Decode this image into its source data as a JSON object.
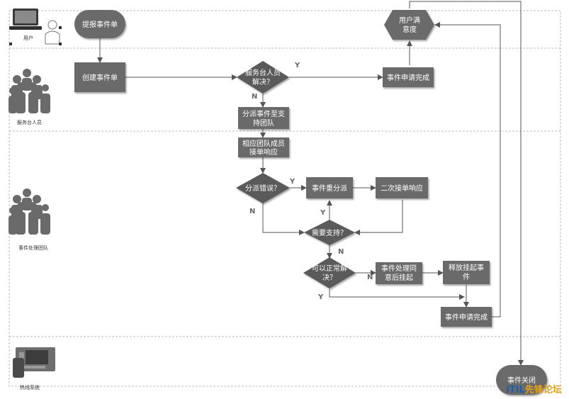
{
  "lanes": {
    "user": "用户",
    "service_desk": "服务台人员",
    "support_team": "事件处理团队",
    "system": "热线系统"
  },
  "nodes": {
    "submit_ticket": "提报事件单",
    "create_ticket": "创建事件单",
    "desk_resolve_l1": "服务台人员",
    "desk_resolve_l2": "解决？",
    "request_complete_desk": "事件申请完成",
    "satisfaction_l1": "用户满",
    "satisfaction_l2": "意度",
    "assign_support_l1": "分派事件至支",
    "assign_support_l2": "持团队",
    "team_respond_l1": "相应团队成员",
    "team_respond_l2": "接单响应",
    "assign_error": "分派错误？",
    "reassign": "事件重分派",
    "second_respond": "二次接单响应",
    "need_support": "需要支持？",
    "can_resolve_l1": "可以正常解",
    "can_resolve_l2": "决？",
    "agree_suspend_l1": "事件处理同",
    "agree_suspend_l2": "意后挂起",
    "release_suspend_l1": "释放挂起事",
    "release_suspend_l2": "件",
    "request_complete_team": "事件申请完成",
    "close_ticket": "事件关闭"
  },
  "edge_labels": {
    "yes": "Y",
    "no": "N"
  },
  "watermark": {
    "part1": "ITIL",
    "part2": "先锋论坛"
  },
  "colors": {
    "node_fill": "#6b6b6b",
    "decision_fill": "#5a5a5a",
    "connector": "#555555",
    "lane_border": "#bdbdbd",
    "watermark_a": "#1f5fa8",
    "watermark_b": "#e3a21a"
  }
}
